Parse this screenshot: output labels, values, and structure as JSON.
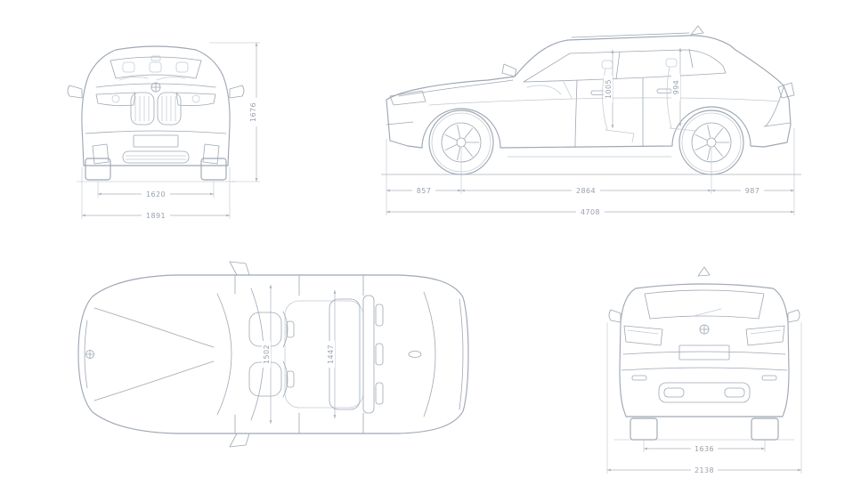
{
  "theme": {
    "bg": "#ffffff",
    "line": "#9fa8b4",
    "line-light": "#c3cad2",
    "dim": "#aab2bc",
    "dim-text": "#98a1ac"
  },
  "views": {
    "front": {
      "dims": {
        "track": "1620",
        "width": "1891",
        "height": "1676"
      }
    },
    "side": {
      "dims": {
        "front_overhang": "857",
        "wheelbase": "2864",
        "rear_overhang": "987",
        "length": "4708",
        "headroom_front": "1005",
        "headroom_rear": "994"
      }
    },
    "top": {
      "dims": {
        "interior_width_front": "1502",
        "interior_width_rear": "1447"
      }
    },
    "rear": {
      "dims": {
        "track": "1636",
        "width_mirrors": "2138"
      }
    }
  }
}
